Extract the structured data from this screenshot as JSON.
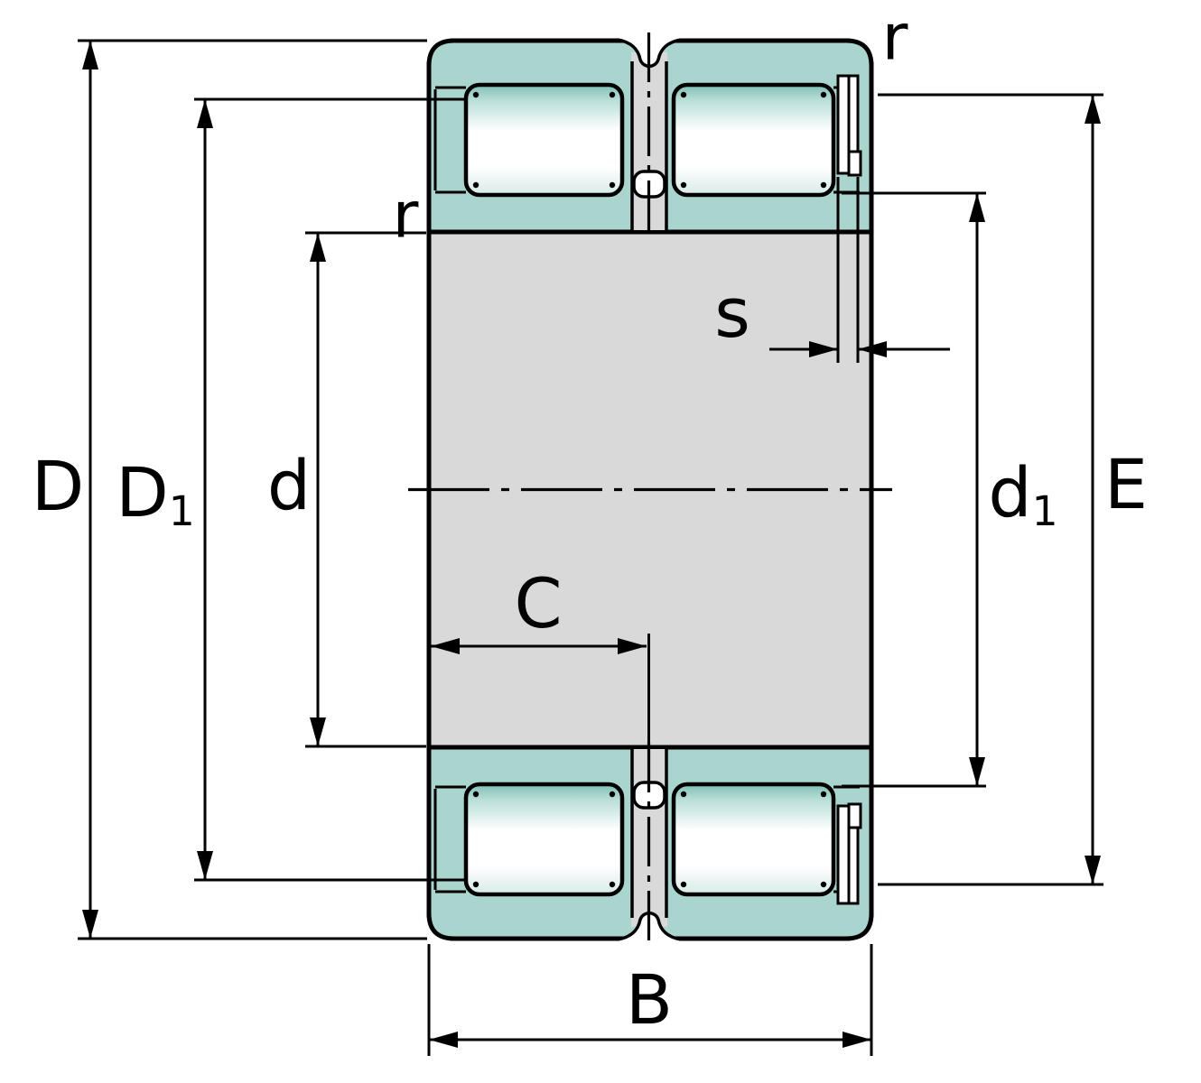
{
  "labels": {
    "D": {
      "text": "D",
      "sub": ""
    },
    "D1": {
      "text": "D",
      "sub": "1"
    },
    "d": {
      "text": "d",
      "sub": ""
    },
    "d1": {
      "text": "d",
      "sub": "1"
    },
    "E": {
      "text": "E",
      "sub": ""
    },
    "B": {
      "text": "B",
      "sub": ""
    },
    "C": {
      "text": "C",
      "sub": ""
    },
    "s": {
      "text": "s",
      "sub": ""
    },
    "r_left": {
      "text": "r",
      "sub": ""
    },
    "r_top": {
      "text": "r",
      "sub": ""
    }
  },
  "colors": {
    "ring_fill": "#aad5ce",
    "roller_dark": "#7fbfb5",
    "roller_mid": "#b9ded8",
    "roller_light": "#d7ebe7",
    "body_gray": "#d9d9d9",
    "line": "#000000",
    "background": "#ffffff"
  }
}
